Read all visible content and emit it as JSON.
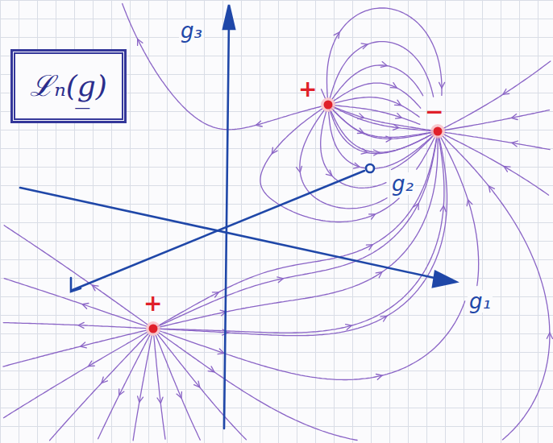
{
  "diagram": {
    "nodes": [
      {
        "text": [
          "ℒₙ(g̲)"
        ]
      }
    ],
    "labels": [
      "g₃",
      "g₂",
      "g₁",
      "+",
      "−",
      "+"
    ]
  }
}
